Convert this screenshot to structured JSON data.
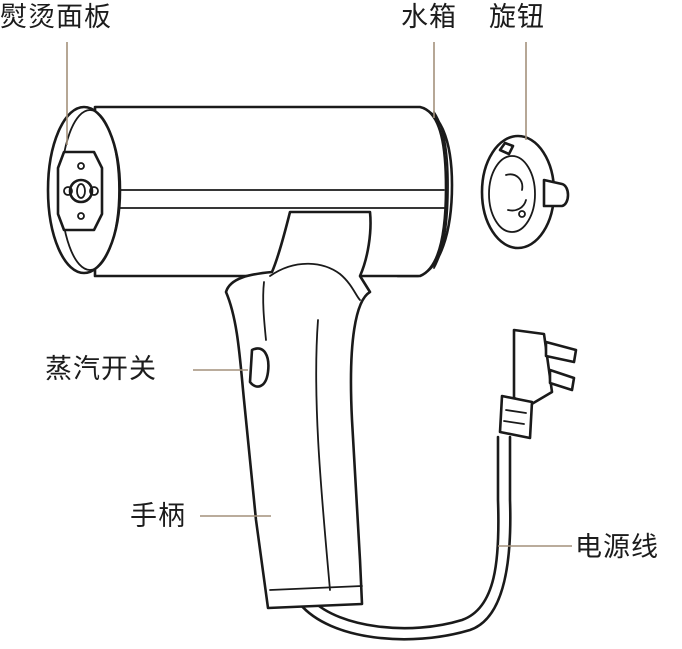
{
  "labels": {
    "plate": "熨烫面板",
    "tank": "水箱",
    "knob": "旋钮",
    "switch": "蒸汽开关",
    "handle": "手柄",
    "cord": "电源线"
  },
  "colors": {
    "outline": "#1a1a1a",
    "leader": "#a3917b",
    "background": "#ffffff"
  }
}
